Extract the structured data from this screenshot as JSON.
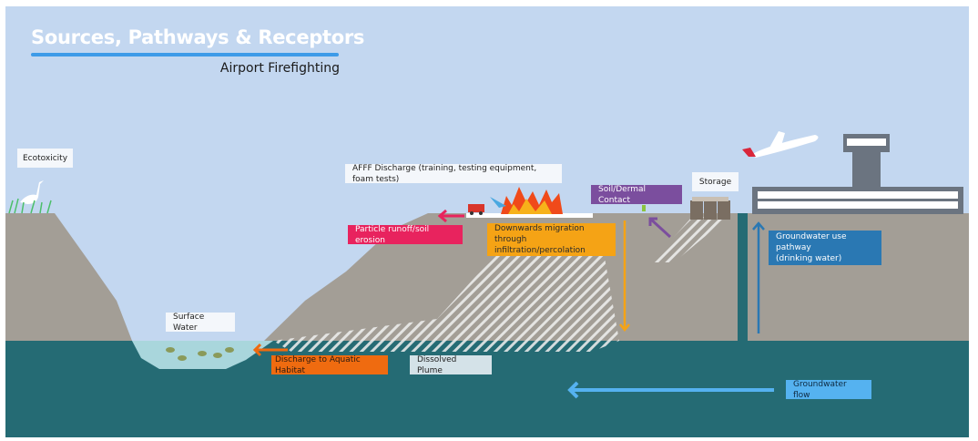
{
  "header": {
    "title": "Sources, Pathways & Receptors",
    "subtitle": "Airport Firefighting"
  },
  "labels": {
    "ecotoxicity": "Ecotoxicity",
    "afff_discharge": "AFFF Discharge (training, testing equipment, foam tests)",
    "storage": "Storage",
    "soil_dermal": "Soil/Dermal Contact",
    "particle_runoff": "Particle runoff/soil erosion",
    "downwards_migration_1": "Downwards migration",
    "downwards_migration_2": "through infiltration/percolation",
    "groundwater_use_1": "Groundwater use pathway",
    "groundwater_use_2": "(drinking water)",
    "surface_water": "Surface Water",
    "discharge_aquatic": "Discharge to Aquatic Habitat",
    "dissolved_plume": "Dissolved Plume",
    "groundwater_flow": "Groundwater flow"
  },
  "colors": {
    "sky": "#c3d7f0",
    "ground": "#a39e96",
    "groundwater": "#256b74",
    "pond": "#a9d6dc",
    "particle_runoff": "#e8235e",
    "downwards_migration": "#f5a315",
    "soil_dermal": "#7b4e9e",
    "groundwater_use": "#2a78b3",
    "discharge_aquatic": "#ef6b10",
    "groundwater_flow": "#55b2f0"
  }
}
